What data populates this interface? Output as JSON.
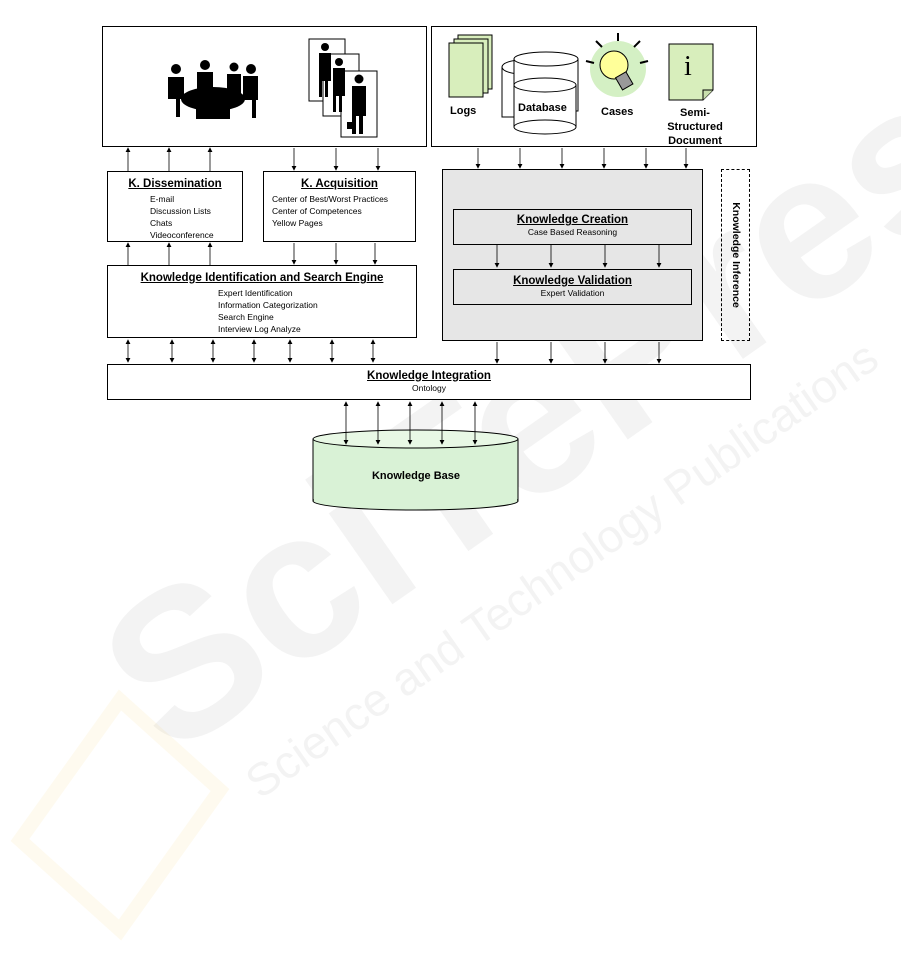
{
  "sources": {
    "logs_label": "Logs",
    "database_label": "Database",
    "cases_label": "Cases",
    "semi_structured_label": "Semi-Structured Document"
  },
  "dissemination": {
    "title": "K. Dissemination",
    "items": [
      "E-mail",
      "Discussion Lists",
      "Chats",
      "Videoconference"
    ]
  },
  "acquisition": {
    "title": "K. Acquisition",
    "items": [
      "Center of Best/Worst Practices",
      "Center of Competences",
      "Yellow Pages"
    ]
  },
  "identification": {
    "title": "Knowledge Identification and Search Engine",
    "items": [
      "Expert Identification",
      "Information Categorization",
      "Search Engine",
      "Interview Log Analyze"
    ]
  },
  "creation": {
    "title": "Knowledge Creation",
    "sub": "Case Based Reasoning"
  },
  "validation": {
    "title": "Knowledge Validation",
    "sub": "Expert Validation"
  },
  "inference": {
    "label": "Knowledge Inference"
  },
  "integration": {
    "title": "Knowledge Integration",
    "sub": "Ontology"
  },
  "knowledge_base": {
    "label": "Knowledge Base"
  },
  "watermark": {
    "text1": "SciTePress",
    "text2": "Science and Technology Publications"
  },
  "colors": {
    "panel_gray": "#e6e6e6",
    "doc_green": "#d8eebc",
    "kb_green": "#d9f2d6",
    "bulb_yellow": "#ffff99"
  }
}
